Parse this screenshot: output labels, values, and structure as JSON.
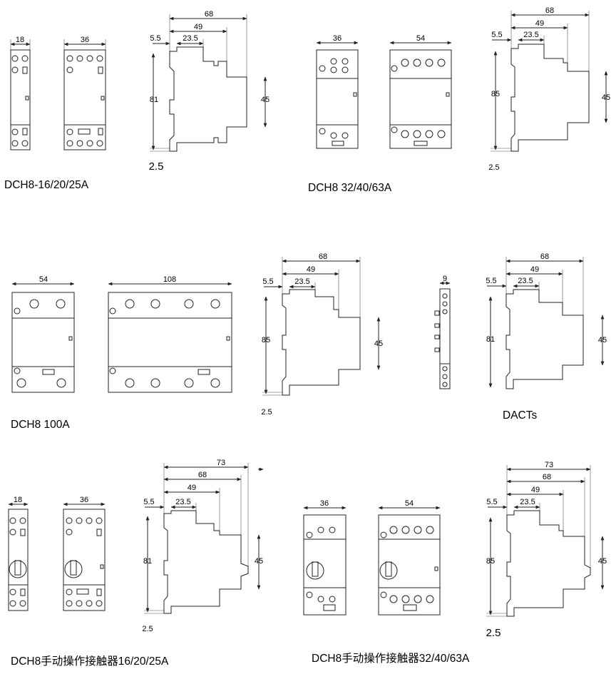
{
  "captions": {
    "g1": "DCH8-16/20/25A",
    "g2": "DCH8 32/40/63A",
    "g3": "DCH8 100A",
    "g4": "DACTs",
    "g5": "DCH8手动操作接触器16/20/25A",
    "g6": "DCH8手动操作接触器32/40/63A"
  },
  "dims": {
    "g1": {
      "w18": "18",
      "w36": "36",
      "d68": "68",
      "d49": "49",
      "d55": "5.5",
      "d235": "23.5",
      "h81": "81",
      "h45": "45",
      "t25": "2.5"
    },
    "g2": {
      "w36": "36",
      "w54": "54",
      "d68": "68",
      "d49": "49",
      "d55": "5.5",
      "d235": "23.5",
      "h85": "85",
      "h45": "45",
      "t25": "2.5"
    },
    "g3": {
      "w54": "54",
      "w108": "108",
      "d68": "68",
      "d49": "49",
      "d55": "5.5",
      "d235": "23.5",
      "h85": "85",
      "h45": "45",
      "t25": "2.5"
    },
    "g4": {
      "w9": "9",
      "d68": "68",
      "d49": "49",
      "d55": "5.5",
      "d235": "23.5",
      "h81": "81",
      "h45": "45"
    },
    "g5": {
      "w18": "18",
      "w36": "36",
      "d73": "73",
      "d68": "68",
      "d49": "49",
      "d55": "5.5",
      "d235": "23.5",
      "h81": "81",
      "h45": "45",
      "t25": "2.5"
    },
    "g6": {
      "w36": "36",
      "w54": "54",
      "d73": "73",
      "d68": "68",
      "d49": "49",
      "d55": "5.5",
      "d235": "23.5",
      "h85": "85",
      "h45": "45",
      "t25": "2.5"
    }
  }
}
